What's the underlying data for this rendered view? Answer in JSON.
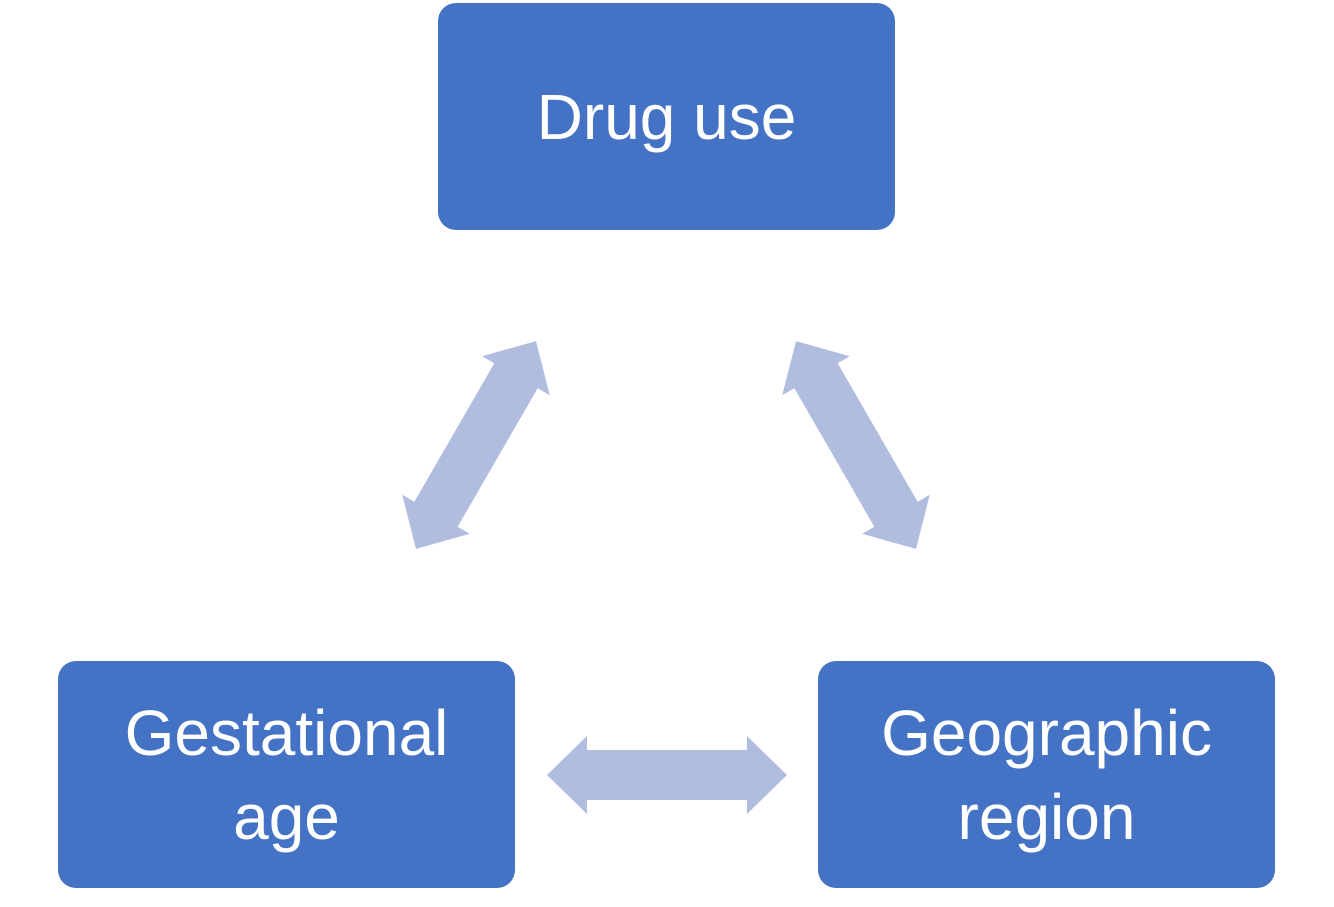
{
  "nodes": {
    "drug_use": "Drug use",
    "gestational_age": "Gestational age",
    "geographic_region": "Geographic region"
  },
  "colors": {
    "box": "#4472C4",
    "arrow": "#B0BDDF",
    "text": "#FFFFFF"
  },
  "connections": [
    {
      "from": "Drug use",
      "to": "Gestational age",
      "type": "bidirectional"
    },
    {
      "from": "Drug use",
      "to": "Geographic region",
      "type": "bidirectional"
    },
    {
      "from": "Gestational age",
      "to": "Geographic region",
      "type": "bidirectional"
    }
  ]
}
